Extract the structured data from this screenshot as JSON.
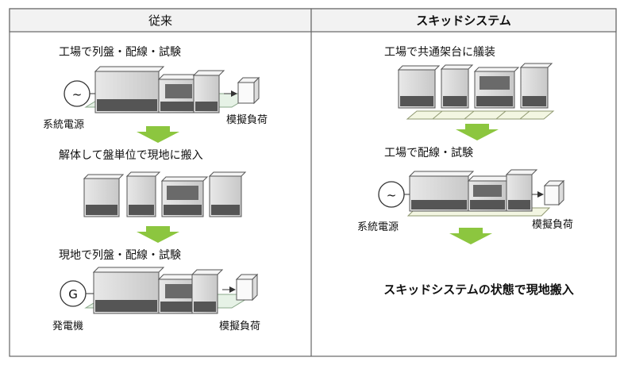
{
  "left": {
    "header": "従来",
    "step1": "工場で列盤・配線・試験",
    "step2": "解体して盤単位で現地に搬入",
    "step3": "現地で列盤・配線・試験",
    "power_source_label": "系統電源",
    "load_label_1": "模擬負荷",
    "generator_symbol": "G",
    "generator_label": "発電機",
    "load_label_2": "模擬負荷"
  },
  "right": {
    "header": "スキッドシステム",
    "step1": "工場で共通架台に艤装",
    "step2": "工場で配線・試験",
    "power_source_label": "系統電源",
    "load_label": "模擬負荷",
    "conclusion": "スキッドシステムの状態で現地搬入"
  },
  "symbols": {
    "ac": "~"
  },
  "colors": {
    "arrow": "#8cc63f",
    "platform": "#e6f2e6",
    "cabinet": "#d9d9d9",
    "border": "#555555"
  }
}
